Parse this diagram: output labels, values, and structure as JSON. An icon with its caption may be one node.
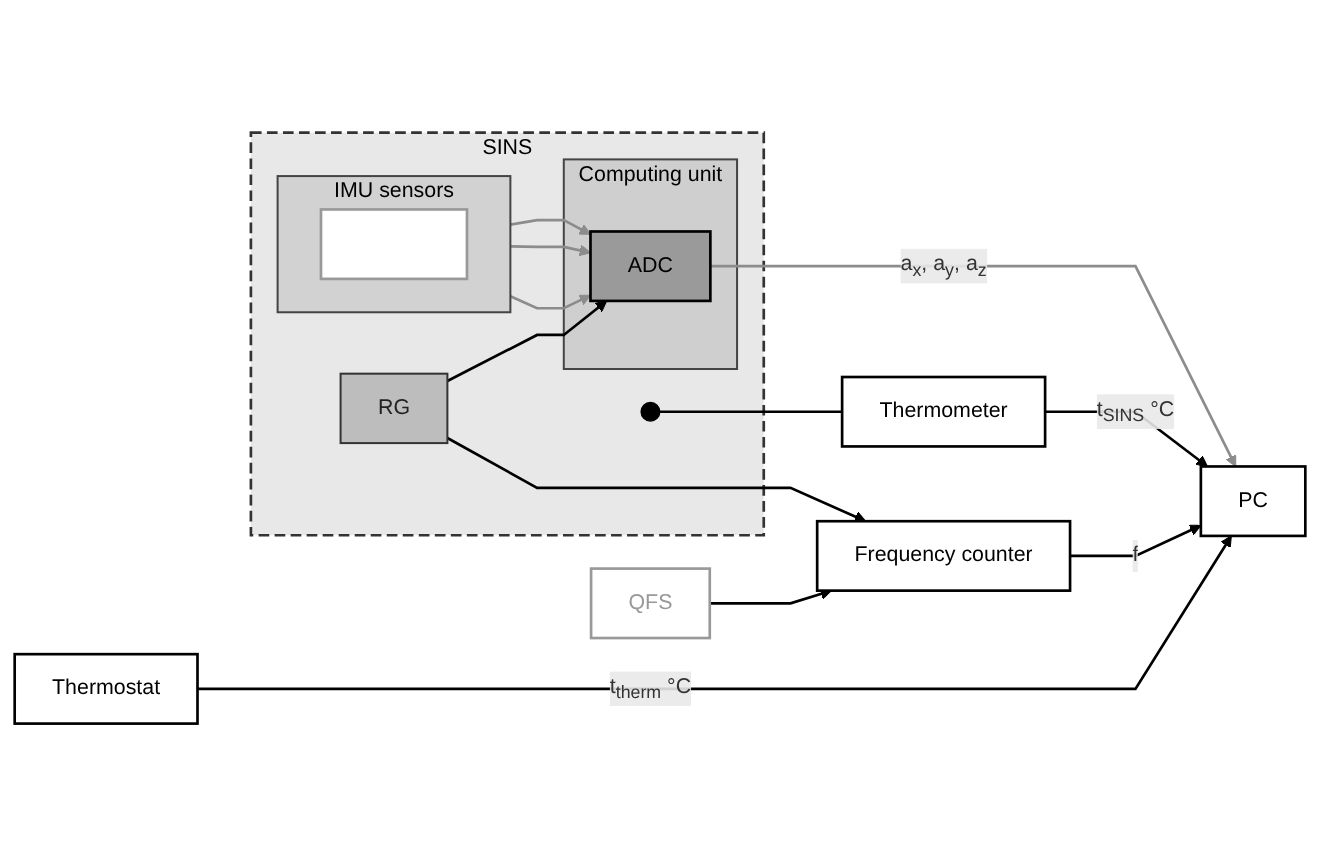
{
  "diagram": {
    "nodes": [
      {
        "text": [
          "Thermostat"
        ]
      },
      {
        "text": [
          "SINS"
        ]
      },
      {
        "text": [
          "IMU sensors"
        ],
        "in": 1
      },
      {
        "text": [],
        "shape": "box",
        "in": 2
      },
      {
        "text": [
          "Computing unit"
        ],
        "in": 1
      },
      {
        "text": [
          "ADC"
        ],
        "in": 4
      },
      {
        "text": [
          "RG"
        ],
        "in": 1
      },
      {
        "text": [],
        "shape": "circle",
        "in": 1
      },
      {
        "text": [
          "Thermometer"
        ]
      },
      {
        "text": [
          "PC"
        ]
      },
      {
        "text": [
          "Frequency counter"
        ]
      },
      {
        "text": [
          "QFS"
        ]
      }
    ],
    "edges": [
      {
        "from": 2,
        "to": 5,
        "arrow": "to",
        "color": "#8c8c8c"
      },
      {
        "from": 2,
        "to": 5,
        "arrow": "to",
        "color": "#8c8c8c"
      },
      {
        "from": 2,
        "to": 5,
        "arrow": "to",
        "color": "#8c8c8c"
      },
      {
        "from": 6,
        "to": 5,
        "arrow": "to"
      },
      {
        "from": 5,
        "to": 9,
        "arrow": "to",
        "label": "a$_{x}$, a$_{y}$, a$_{z}$",
        "color": "#8c8c8c"
      },
      {
        "from": 0,
        "to": 9,
        "arrow": "to",
        "label": "t$_{therm}$ °C"
      },
      {
        "from": 7,
        "to": 8,
        "arrow": "none"
      },
      {
        "from": 8,
        "to": 9,
        "arrow": "to",
        "label": "t$_{SINS}$ °C"
      },
      {
        "from": 6,
        "to": 10,
        "arrow": "to"
      },
      {
        "from": 11,
        "to": 10,
        "arrow": "to"
      },
      {
        "from": 10,
        "to": 9,
        "arrow": "to",
        "label": "f"
      }
    ]
  }
}
